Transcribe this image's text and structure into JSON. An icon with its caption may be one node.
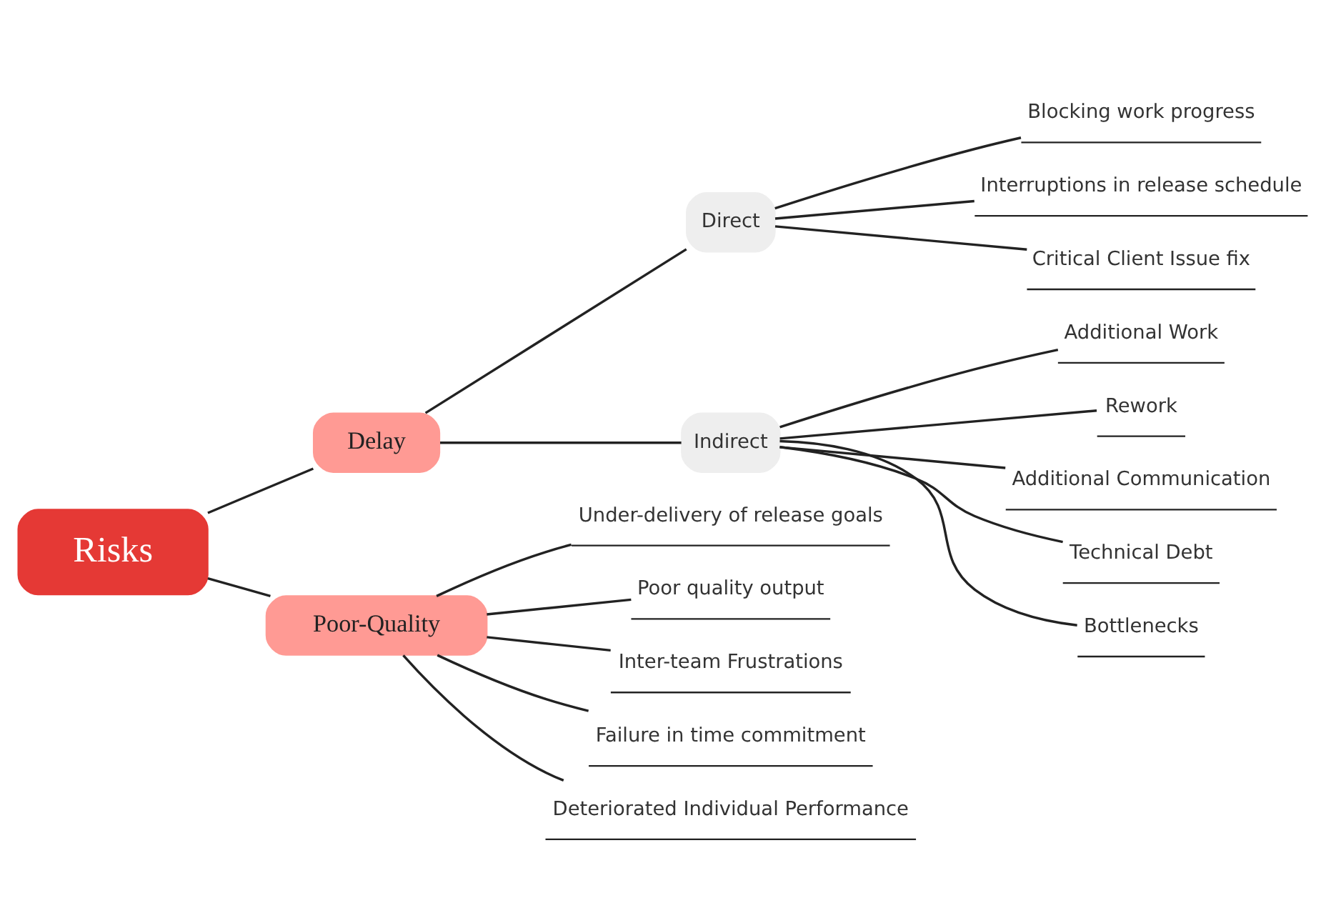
{
  "diagram": {
    "nodes": [
      {
        "text": [
          "Risks"
        ]
      },
      {
        "text": [
          "Delay"
        ]
      },
      {
        "text": [
          "Direct"
        ]
      },
      {
        "text": [
          "Blocking work progress"
        ]
      },
      {
        "text": [
          "Interruptions in release schedule"
        ]
      },
      {
        "text": [
          "Critical Client Issue fix"
        ]
      },
      {
        "text": [
          "Indirect"
        ]
      },
      {
        "text": [
          "Additional Work"
        ]
      },
      {
        "text": [
          "Rework"
        ]
      },
      {
        "text": [
          "Additional Communication"
        ]
      },
      {
        "text": [
          "Technical Debt"
        ]
      },
      {
        "text": [
          "Bottlenecks"
        ]
      },
      {
        "text": [
          "Poor-Quality"
        ]
      },
      {
        "text": [
          "Under-delivery of release goals"
        ]
      },
      {
        "text": [
          "Poor quality output"
        ]
      },
      {
        "text": [
          "Inter-team Frustrations"
        ]
      },
      {
        "text": [
          "Failure in time commitment"
        ]
      },
      {
        "text": [
          "Deteriorated Individual Performance"
        ]
      }
    ],
    "edges": [
      {
        "from": 0,
        "to": 1,
        "arrow": "none"
      },
      {
        "from": 0,
        "to": 12,
        "arrow": "none"
      },
      {
        "from": 1,
        "to": 2,
        "arrow": "none"
      },
      {
        "from": 1,
        "to": 6,
        "arrow": "none"
      },
      {
        "from": 2,
        "to": 3,
        "arrow": "none"
      },
      {
        "from": 2,
        "to": 4,
        "arrow": "none"
      },
      {
        "from": 2,
        "to": 5,
        "arrow": "none"
      },
      {
        "from": 6,
        "to": 7,
        "arrow": "none"
      },
      {
        "from": 6,
        "to": 8,
        "arrow": "none"
      },
      {
        "from": 6,
        "to": 9,
        "arrow": "none"
      },
      {
        "from": 6,
        "to": 10,
        "arrow": "none"
      },
      {
        "from": 6,
        "to": 11,
        "arrow": "none"
      },
      {
        "from": 12,
        "to": 13,
        "arrow": "none"
      },
      {
        "from": 12,
        "to": 14,
        "arrow": "none"
      },
      {
        "from": 12,
        "to": 15,
        "arrow": "none"
      },
      {
        "from": 12,
        "to": 16,
        "arrow": "none"
      },
      {
        "from": 12,
        "to": 17,
        "arrow": "none"
      }
    ]
  }
}
